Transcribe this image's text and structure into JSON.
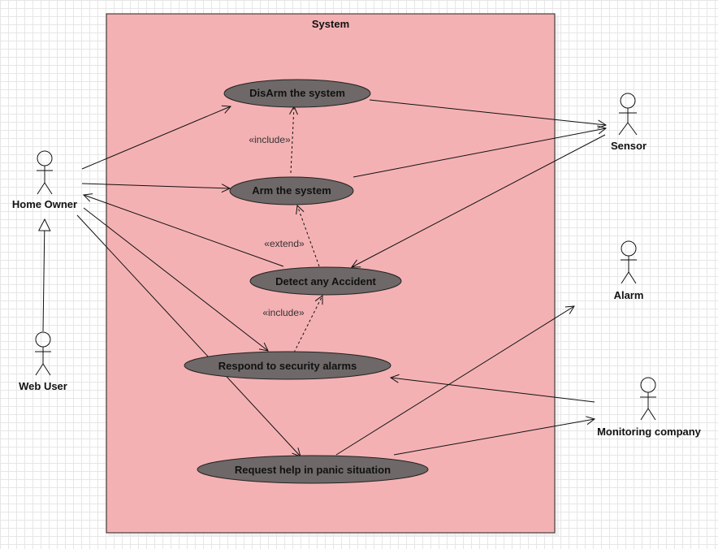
{
  "system": {
    "title": "System",
    "fill": "#f4b1b3"
  },
  "actors": [
    {
      "id": "home-owner",
      "label": "Home Owner"
    },
    {
      "id": "web-user",
      "label": "Web User"
    },
    {
      "id": "sensor",
      "label": "Sensor"
    },
    {
      "id": "alarm",
      "label": "Alarm"
    },
    {
      "id": "monitoring-company",
      "label": "Monitoring company"
    }
  ],
  "use_cases": [
    {
      "id": "disarm",
      "label": "DisArm the system"
    },
    {
      "id": "arm",
      "label": "Arm the system"
    },
    {
      "id": "detect",
      "label": "Detect any Accident"
    },
    {
      "id": "respond",
      "label": "Respond to security alarms"
    },
    {
      "id": "request",
      "label": "Request help in panic situation"
    }
  ],
  "relations": {
    "include_1": "«include»",
    "extend_1": "«extend»",
    "include_2": "«include»"
  },
  "colors": {
    "use_case_fill": "#6e6868",
    "system_border": "#222222"
  }
}
